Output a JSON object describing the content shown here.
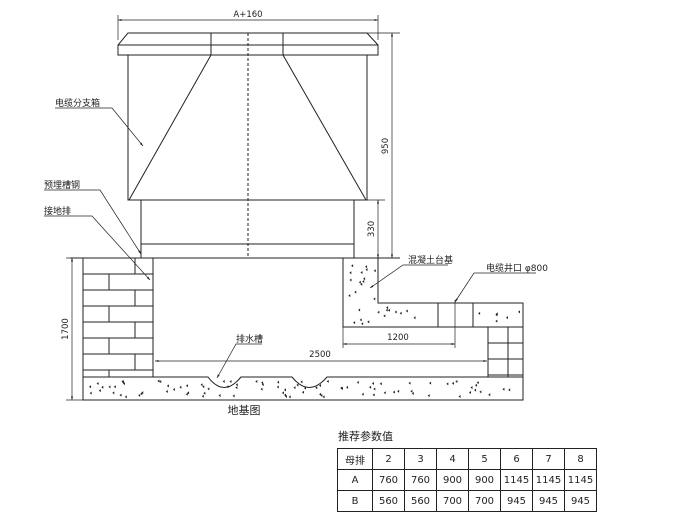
{
  "drawing": {
    "title": "地基图",
    "dimensions": {
      "width_top": "A+160",
      "box_height": "950",
      "base_height": "330",
      "pit_depth": "1700",
      "pit_width": "2500",
      "platform_width": "1200"
    },
    "labels": {
      "cable_box": "电缆分支箱",
      "channel_steel": "预埋槽钢",
      "ground_bar": "接地排",
      "concrete_base": "混凝土台基",
      "cable_well": "电缆井口 φ800",
      "drain": "排水槽"
    }
  },
  "table": {
    "title": "推荐参数值",
    "header": [
      "母排",
      "2",
      "3",
      "4",
      "5",
      "6",
      "7",
      "8"
    ],
    "rows": [
      [
        "A",
        "760",
        "760",
        "900",
        "900",
        "1145",
        "1145",
        "1145"
      ],
      [
        "B",
        "560",
        "560",
        "700",
        "700",
        "945",
        "945",
        "945"
      ]
    ]
  }
}
